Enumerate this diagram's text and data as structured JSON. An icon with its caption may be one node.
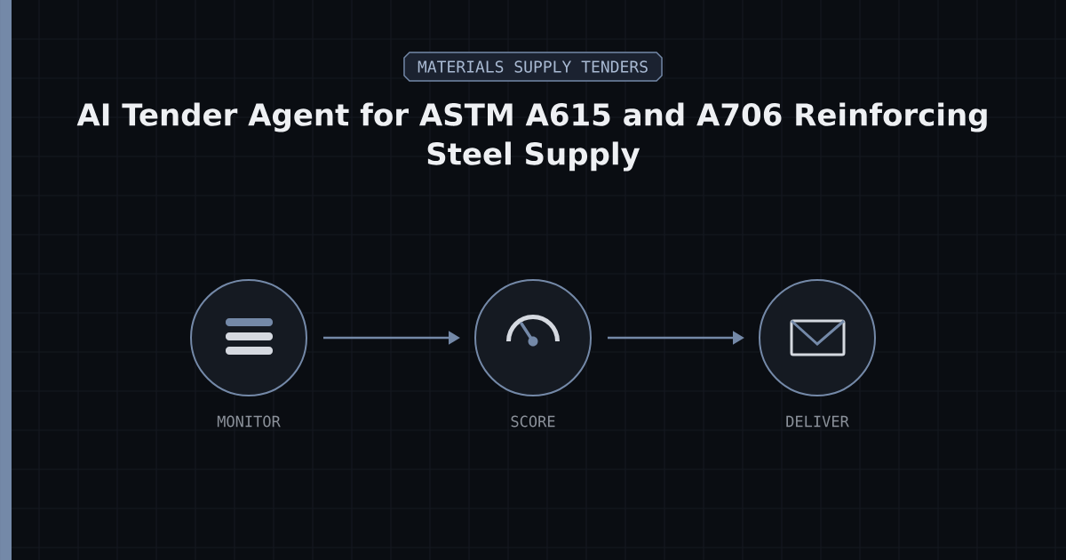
{
  "diagram": {
    "title": "AI Tender Agent for ASTM A615 and A706 Reinforcing Steel Supply",
    "nodes": [
      {
        "text": [
          "MATERIALS SUPPLY TENDERS"
        ]
      },
      {
        "text": [],
        "shape": "circle",
        "beside": [
          "MONITOR"
        ]
      },
      {
        "text": [],
        "shape": "circle",
        "beside": [
          "SCORE"
        ]
      },
      {
        "text": [],
        "shape": "circle",
        "beside": [
          "DELIVER"
        ]
      }
    ],
    "edges": [
      {
        "from": 1,
        "to": 2,
        "arrow": "to"
      },
      {
        "from": 2,
        "to": 3,
        "arrow": "to"
      }
    ]
  }
}
